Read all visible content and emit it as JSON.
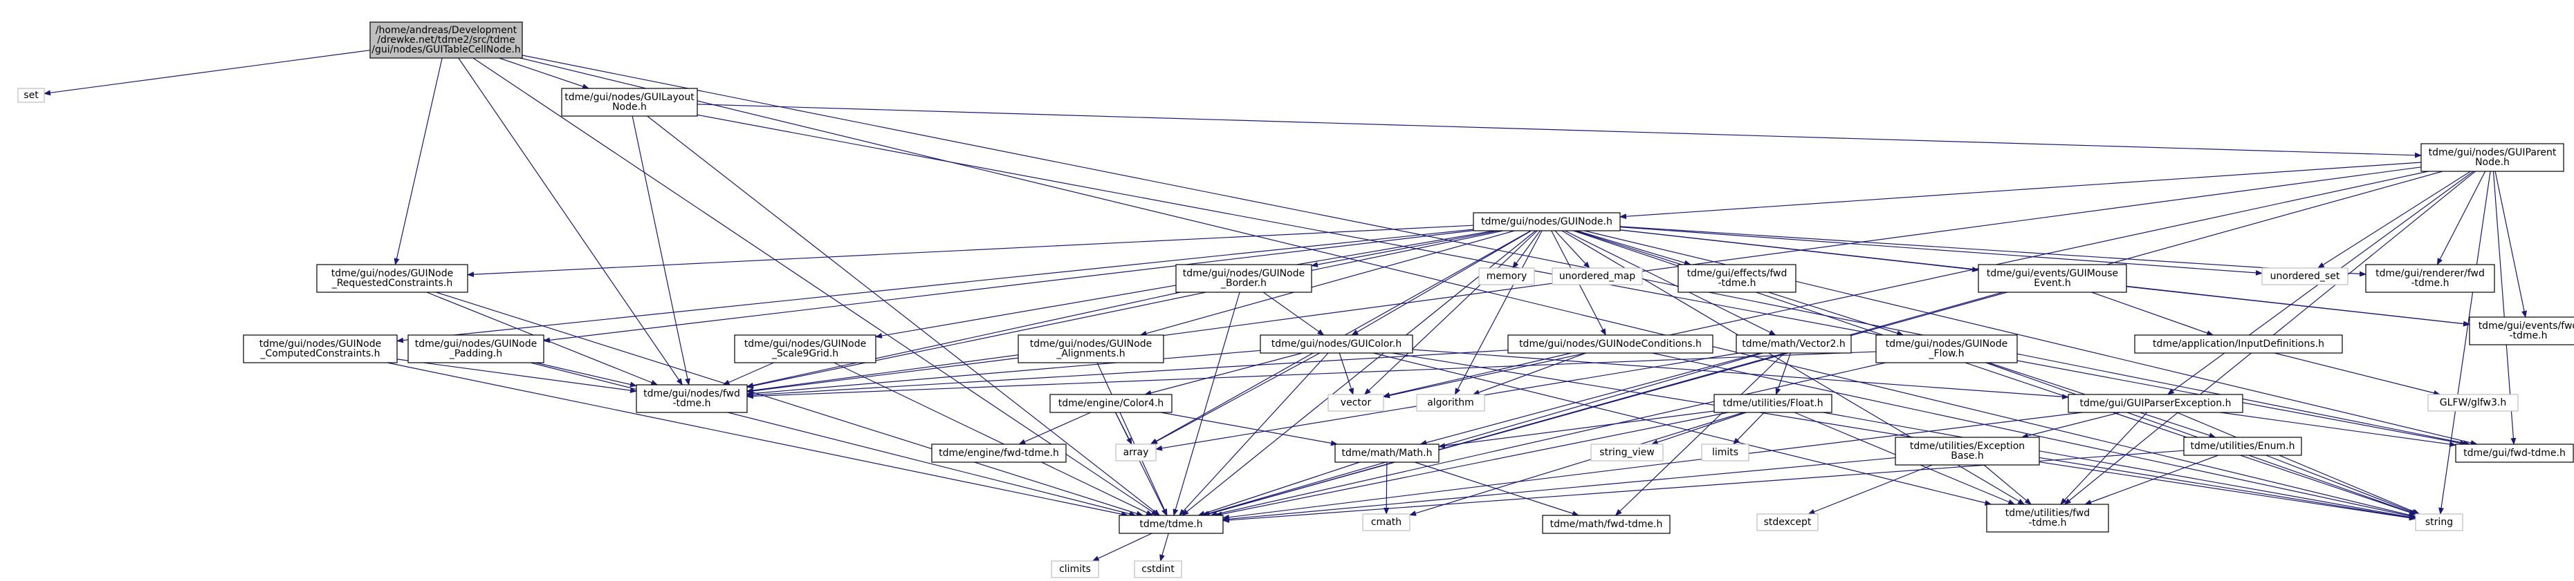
{
  "colors": {
    "edge": "#191970",
    "node_border": "#000000",
    "system_border": "#bfbfbf",
    "root_fill": "#bfbfbf",
    "node_fill": "#ffffff",
    "system_text": "#7f7f7f"
  },
  "nodes": [
    {
      "id": "root",
      "lines": [
        "/home/andreas/Development",
        "/drewke.net/tdme2/src/tdme",
        "/gui/nodes/GUITableCellNode.h"
      ],
      "kind": "root"
    },
    {
      "id": "set",
      "lines": [
        "set"
      ],
      "kind": "system"
    },
    {
      "id": "layoutnode",
      "lines": [
        "tdme/gui/nodes/GUILayout",
        "Node.h"
      ],
      "kind": "file"
    },
    {
      "id": "reqconstraints",
      "lines": [
        "tdme/gui/nodes/GUINode",
        "_RequestedConstraints.h"
      ],
      "kind": "file"
    },
    {
      "id": "nodesfwd",
      "lines": [
        "tdme/gui/nodes/fwd",
        "-tdme.h"
      ],
      "kind": "file"
    },
    {
      "id": "tdmeh",
      "lines": [
        "tdme/tdme.h"
      ],
      "kind": "file"
    },
    {
      "id": "guifwd",
      "lines": [
        "tdme/gui/fwd-tdme.h"
      ],
      "kind": "file"
    },
    {
      "id": "string",
      "lines": [
        "string"
      ],
      "kind": "system"
    },
    {
      "id": "parentnode",
      "lines": [
        "tdme/gui/nodes/GUIParent",
        "Node.h"
      ],
      "kind": "file"
    },
    {
      "id": "eventsfwd",
      "lines": [
        "tdme/gui/events/fwd",
        "-tdme.h"
      ],
      "kind": "file"
    },
    {
      "id": "guinode",
      "lines": [
        "tdme/gui/nodes/GUINode.h"
      ],
      "kind": "file"
    },
    {
      "id": "computedconstraints",
      "lines": [
        "tdme/gui/nodes/GUINode",
        "_ComputedConstraints.h"
      ],
      "kind": "file"
    },
    {
      "id": "padding",
      "lines": [
        "tdme/gui/nodes/GUINode",
        "_Padding.h"
      ],
      "kind": "file"
    },
    {
      "id": "scale9grid",
      "lines": [
        "tdme/gui/nodes/GUINode",
        "_Scale9Grid.h"
      ],
      "kind": "file"
    },
    {
      "id": "border",
      "lines": [
        "tdme/gui/nodes/GUINode",
        "_Border.h"
      ],
      "kind": "file"
    },
    {
      "id": "alignments",
      "lines": [
        "tdme/gui/nodes/GUINode",
        "_Alignments.h"
      ],
      "kind": "file"
    },
    {
      "id": "guicolor",
      "lines": [
        "tdme/gui/nodes/GUIColor.h"
      ],
      "kind": "file"
    },
    {
      "id": "memory",
      "lines": [
        "memory"
      ],
      "kind": "system"
    },
    {
      "id": "unordered_map",
      "lines": [
        "unordered_map"
      ],
      "kind": "system"
    },
    {
      "id": "effectsfwd",
      "lines": [
        "tdme/gui/effects/fwd",
        "-tdme.h"
      ],
      "kind": "file"
    },
    {
      "id": "conditions",
      "lines": [
        "tdme/gui/nodes/GUINodeConditions.h"
      ],
      "kind": "file"
    },
    {
      "id": "vector2",
      "lines": [
        "tdme/math/Vector2.h"
      ],
      "kind": "file"
    },
    {
      "id": "flow",
      "lines": [
        "tdme/gui/nodes/GUINode",
        "_Flow.h"
      ],
      "kind": "file"
    },
    {
      "id": "mouseevent",
      "lines": [
        "tdme/gui/events/GUIMouse",
        "Event.h"
      ],
      "kind": "file"
    },
    {
      "id": "unordered_set",
      "lines": [
        "unordered_set"
      ],
      "kind": "system"
    },
    {
      "id": "rendererfwd",
      "lines": [
        "tdme/gui/renderer/fwd",
        "-tdme.h"
      ],
      "kind": "file"
    },
    {
      "id": "inputdefs",
      "lines": [
        "tdme/application/InputDefinitions.h"
      ],
      "kind": "file"
    },
    {
      "id": "glfw",
      "lines": [
        "GLFW/glfw3.h"
      ],
      "kind": "system"
    },
    {
      "id": "color4",
      "lines": [
        "tdme/engine/Color4.h"
      ],
      "kind": "file"
    },
    {
      "id": "vector",
      "lines": [
        "vector"
      ],
      "kind": "system"
    },
    {
      "id": "algorithm",
      "lines": [
        "algorithm"
      ],
      "kind": "system"
    },
    {
      "id": "float",
      "lines": [
        "tdme/utilities/Float.h"
      ],
      "kind": "file"
    },
    {
      "id": "parserexception",
      "lines": [
        "tdme/gui/GUIParserException.h"
      ],
      "kind": "file"
    },
    {
      "id": "enginefwd",
      "lines": [
        "tdme/engine/fwd-tdme.h"
      ],
      "kind": "file"
    },
    {
      "id": "array",
      "lines": [
        "array"
      ],
      "kind": "system"
    },
    {
      "id": "mathh",
      "lines": [
        "tdme/math/Math.h"
      ],
      "kind": "file"
    },
    {
      "id": "string_view",
      "lines": [
        "string_view"
      ],
      "kind": "system"
    },
    {
      "id": "limits",
      "lines": [
        "limits"
      ],
      "kind": "system"
    },
    {
      "id": "exceptionbase",
      "lines": [
        "tdme/utilities/Exception",
        "Base.h"
      ],
      "kind": "file"
    },
    {
      "id": "enumh",
      "lines": [
        "tdme/utilities/Enum.h"
      ],
      "kind": "file"
    },
    {
      "id": "cmath",
      "lines": [
        "cmath"
      ],
      "kind": "system"
    },
    {
      "id": "mathfwd",
      "lines": [
        "tdme/math/fwd-tdme.h"
      ],
      "kind": "file"
    },
    {
      "id": "stdexcept",
      "lines": [
        "stdexcept"
      ],
      "kind": "system"
    },
    {
      "id": "utilitiesfwd",
      "lines": [
        "tdme/utilities/fwd",
        "-tdme.h"
      ],
      "kind": "file"
    },
    {
      "id": "climits",
      "lines": [
        "climits"
      ],
      "kind": "system"
    },
    {
      "id": "cstdint",
      "lines": [
        "cstdint"
      ],
      "kind": "system"
    }
  ],
  "edges": [
    [
      "root",
      "set"
    ],
    [
      "root",
      "layoutnode"
    ],
    [
      "root",
      "reqconstraints"
    ],
    [
      "root",
      "nodesfwd"
    ],
    [
      "root",
      "tdmeh"
    ],
    [
      "root",
      "guifwd"
    ],
    [
      "root",
      "string"
    ],
    [
      "layoutnode",
      "nodesfwd"
    ],
    [
      "layoutnode",
      "tdmeh"
    ],
    [
      "layoutnode",
      "parentnode"
    ],
    [
      "layoutnode",
      "guifwd"
    ],
    [
      "parentnode",
      "guinode"
    ],
    [
      "parentnode",
      "unordered_set"
    ],
    [
      "parentnode",
      "rendererfwd"
    ],
    [
      "parentnode",
      "eventsfwd"
    ],
    [
      "parentnode",
      "guifwd"
    ],
    [
      "parentnode",
      "string"
    ],
    [
      "parentnode",
      "vector"
    ],
    [
      "parentnode",
      "parserexception"
    ],
    [
      "parentnode",
      "utilitiesfwd"
    ],
    [
      "parentnode",
      "nodesfwd"
    ],
    [
      "parentnode",
      "tdmeh"
    ],
    [
      "guinode",
      "reqconstraints"
    ],
    [
      "guinode",
      "computedconstraints"
    ],
    [
      "guinode",
      "padding"
    ],
    [
      "guinode",
      "scale9grid"
    ],
    [
      "guinode",
      "border"
    ],
    [
      "guinode",
      "alignments"
    ],
    [
      "guinode",
      "guicolor"
    ],
    [
      "guinode",
      "memory"
    ],
    [
      "guinode",
      "unordered_map"
    ],
    [
      "guinode",
      "effectsfwd"
    ],
    [
      "guinode",
      "conditions"
    ],
    [
      "guinode",
      "vector2"
    ],
    [
      "guinode",
      "flow"
    ],
    [
      "guinode",
      "mouseevent"
    ],
    [
      "guinode",
      "unordered_set"
    ],
    [
      "guinode",
      "rendererfwd"
    ],
    [
      "guinode",
      "eventsfwd"
    ],
    [
      "guinode",
      "nodesfwd"
    ],
    [
      "guinode",
      "tdmeh"
    ],
    [
      "guinode",
      "array"
    ],
    [
      "guinode",
      "vector"
    ],
    [
      "guinode",
      "string"
    ],
    [
      "guinode",
      "guifwd"
    ],
    [
      "guinode",
      "algorithm"
    ],
    [
      "guinode",
      "utilitiesfwd"
    ],
    [
      "reqconstraints",
      "nodesfwd"
    ],
    [
      "reqconstraints",
      "tdmeh"
    ],
    [
      "computedconstraints",
      "nodesfwd"
    ],
    [
      "computedconstraints",
      "tdmeh"
    ],
    [
      "padding",
      "nodesfwd"
    ],
    [
      "padding",
      "tdmeh"
    ],
    [
      "scale9grid",
      "nodesfwd"
    ],
    [
      "scale9grid",
      "tdmeh"
    ],
    [
      "border",
      "guicolor"
    ],
    [
      "border",
      "nodesfwd"
    ],
    [
      "border",
      "tdmeh"
    ],
    [
      "alignments",
      "nodesfwd"
    ],
    [
      "alignments",
      "tdmeh"
    ],
    [
      "guicolor",
      "color4"
    ],
    [
      "guicolor",
      "vector"
    ],
    [
      "guicolor",
      "nodesfwd"
    ],
    [
      "guicolor",
      "tdmeh"
    ],
    [
      "guicolor",
      "array"
    ],
    [
      "guicolor",
      "parserexception"
    ],
    [
      "guicolor",
      "string"
    ],
    [
      "guicolor",
      "utilitiesfwd"
    ],
    [
      "conditions",
      "algorithm"
    ],
    [
      "conditions",
      "vector"
    ],
    [
      "conditions",
      "string"
    ],
    [
      "conditions",
      "nodesfwd"
    ],
    [
      "vector2",
      "float"
    ],
    [
      "vector2",
      "mathh"
    ],
    [
      "vector2",
      "mathfwd"
    ],
    [
      "vector2",
      "tdmeh"
    ],
    [
      "vector2",
      "array"
    ],
    [
      "flow",
      "enumh"
    ],
    [
      "flow",
      "nodesfwd"
    ],
    [
      "flow",
      "tdmeh"
    ],
    [
      "flow",
      "string"
    ],
    [
      "mouseevent",
      "inputdefs"
    ],
    [
      "mouseevent",
      "eventsfwd"
    ],
    [
      "mouseevent",
      "tdmeh"
    ],
    [
      "inputdefs",
      "glfw"
    ],
    [
      "color4",
      "enginefwd"
    ],
    [
      "color4",
      "array"
    ],
    [
      "color4",
      "mathh"
    ],
    [
      "color4",
      "tdmeh"
    ],
    [
      "float",
      "string_view"
    ],
    [
      "float",
      "limits"
    ],
    [
      "float",
      "mathh"
    ],
    [
      "float",
      "cmath"
    ],
    [
      "float",
      "string"
    ],
    [
      "float",
      "tdmeh"
    ],
    [
      "float",
      "utilitiesfwd"
    ],
    [
      "parserexception",
      "exceptionbase"
    ],
    [
      "parserexception",
      "guifwd"
    ],
    [
      "parserexception",
      "string"
    ],
    [
      "parserexception",
      "tdmeh"
    ],
    [
      "parserexception",
      "utilitiesfwd"
    ],
    [
      "mathh",
      "cmath"
    ],
    [
      "mathh",
      "mathfwd"
    ],
    [
      "mathh",
      "tdmeh"
    ],
    [
      "exceptionbase",
      "stdexcept"
    ],
    [
      "exceptionbase",
      "string"
    ],
    [
      "exceptionbase",
      "tdmeh"
    ],
    [
      "exceptionbase",
      "utilitiesfwd"
    ],
    [
      "enumh",
      "string"
    ],
    [
      "enumh",
      "tdmeh"
    ],
    [
      "enumh",
      "utilitiesfwd"
    ],
    [
      "tdmeh",
      "climits"
    ],
    [
      "tdmeh",
      "cstdint"
    ]
  ]
}
